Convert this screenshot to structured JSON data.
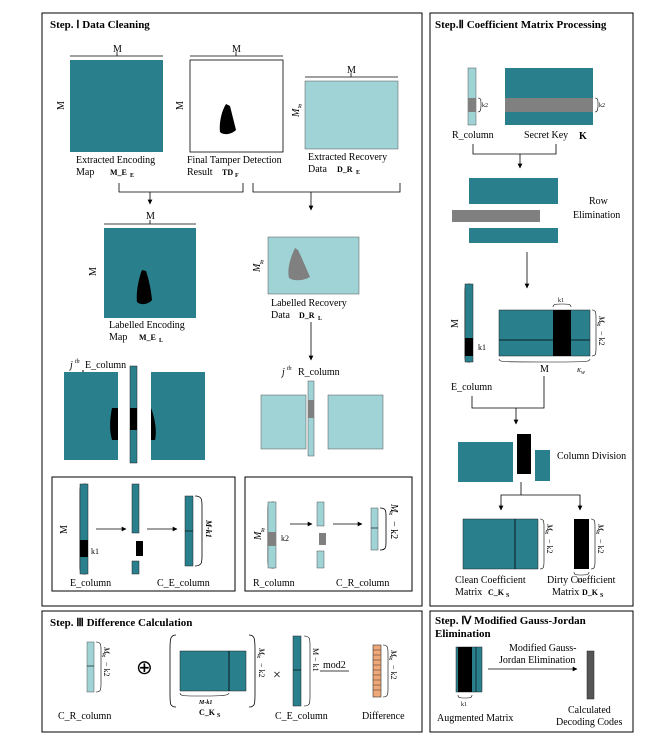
{
  "colors": {
    "dark_teal": "#2a7f8d",
    "dark_teal2": "#358994",
    "light_teal": "#9fd3d6",
    "light_teal2": "#a9dadd",
    "gray": "#808080",
    "black": "#000000",
    "orange": "#f0a878"
  },
  "step1": {
    "title": "Step. Ⅰ Data Cleaning",
    "m_label": "M",
    "mr_label": "M",
    "mr_sub": "R",
    "encoding_map_line1": "Extracted Encoding",
    "encoding_map_line2": "Map",
    "encoding_map_sym": "M_E",
    "encoding_map_sym_sub": "E",
    "tamper_line1": "Final Tamper Detection",
    "tamper_line2": "Result",
    "tamper_sym": "TD",
    "tamper_sym_sub": "F",
    "recovery_line1": "Extracted Recovery",
    "recovery_line2": "Data",
    "recovery_sym": "D_R",
    "recovery_sym_sub": "E",
    "labelled_enc_line1": "Labelled Encoding",
    "labelled_enc_line2": "Map",
    "labelled_enc_sym": "M_E",
    "labelled_enc_sym_sub": "L",
    "labelled_rec_line1": "Labelled Recovery",
    "labelled_rec_line2": "Data",
    "labelled_rec_sym": "D_R",
    "labelled_rec_sym_sub": "L",
    "jth": "j",
    "jth_sup": "th",
    "e_column": "E_column",
    "r_column": "R_column",
    "k1": "k1",
    "k2": "k2",
    "c_e_column": "C_E_column",
    "c_r_column": "C_R_column",
    "mk1_partial": "M-k1",
    "mr_minus_k2": "− k2"
  },
  "step2": {
    "title": "Step.Ⅱ Coefficient Matrix Processing",
    "r_column": "R_column",
    "secret_key": "Secret Key",
    "secret_key_sym": "K",
    "k2": "k2",
    "row_elim_line1": "Row",
    "row_elim_line2": "Elimination",
    "m": "M",
    "k1": "k1",
    "e_column": "E_column",
    "kw": "K",
    "kw_sub": "w",
    "mr": "M",
    "mr_sub": "R",
    "mr_tail": "− k2",
    "column_division": "Column Division",
    "clean_line1": "Clean Coefficient",
    "clean_line2": "Matrix",
    "clean_sym": "C_K",
    "clean_sym_sub": "S",
    "dirty_line1": "Dirty Coefficient",
    "dirty_line2": "Matrix",
    "dirty_sym": "D_K",
    "dirty_sym_sub": "S"
  },
  "step3": {
    "title": "Step. Ⅲ Difference Calculation",
    "c_r_column": "C_R_column",
    "oplus": "⊕",
    "times": "×",
    "mod2": "mod2",
    "ck_sym": "C_K",
    "ck_sub": "S",
    "ck_over": "M-k1",
    "c_e_column": "C_E_column",
    "difference": "Difference",
    "mr": "M",
    "mr_sub": "R",
    "mr_tail": "− k2",
    "mk1": "M − k1"
  },
  "step4": {
    "title_line1": "Step. Ⅳ Modified Gauss-Jordan",
    "title_line2": "Elimination",
    "arrow_line1": "Modified Gauss-",
    "arrow_line2": "Jordan Elimination",
    "k1": "k1",
    "augmented": "Augmented  Matrix",
    "calculated_line1": "Calculated",
    "calculated_line2": "Decoding Codes"
  }
}
